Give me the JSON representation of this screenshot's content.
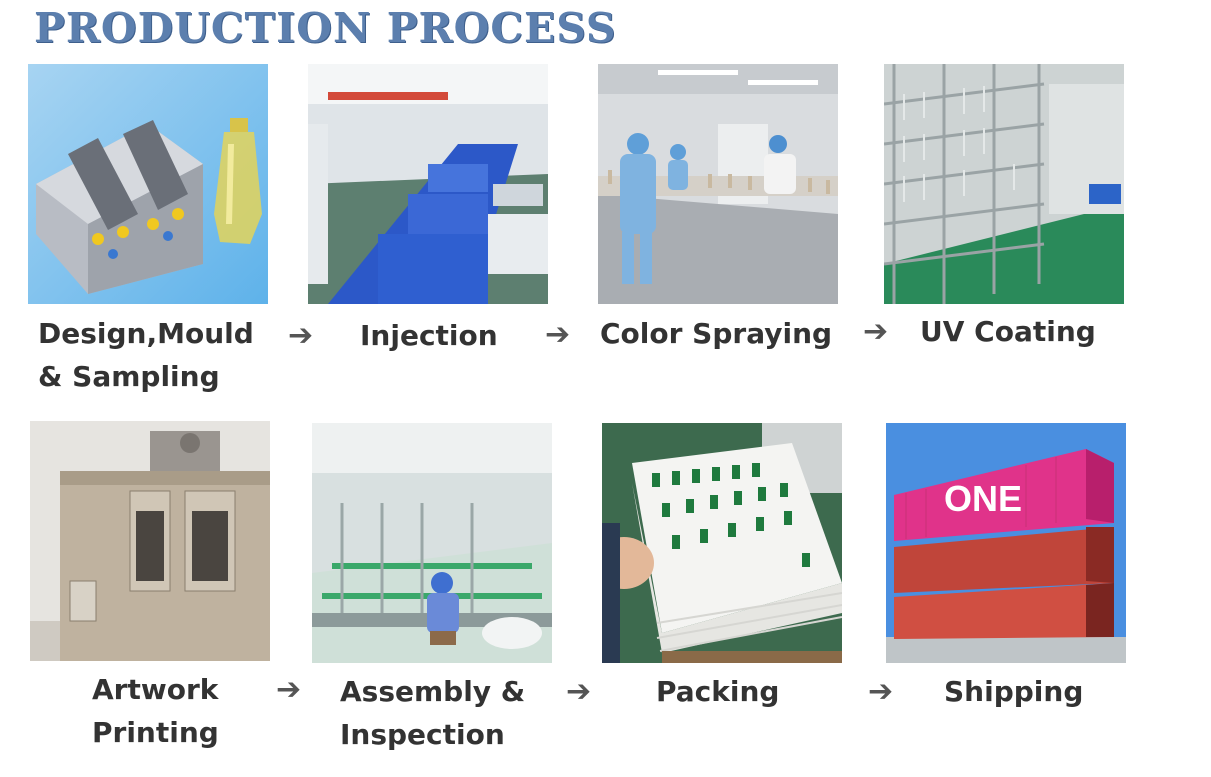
{
  "title": "PRODUCTION PROCESS",
  "steps": [
    {
      "line1": "Design,Mould",
      "line2": "& Sampling",
      "icon": "mould-bottle-image"
    },
    {
      "line1": "Injection",
      "line2": "",
      "icon": "injection-machines-image"
    },
    {
      "line1": "Color Spraying",
      "line2": "",
      "icon": "spraying-line-image"
    },
    {
      "line1": "UV Coating",
      "line2": "",
      "icon": "uv-racks-image"
    },
    {
      "line1": "Artwork",
      "line2": "Printing",
      "icon": "printing-machine-image"
    },
    {
      "line1": "Assembly &",
      "line2": "Inspection",
      "icon": "assembly-line-image"
    },
    {
      "line1": "Packing",
      "line2": "",
      "icon": "packing-trays-image"
    },
    {
      "line1": "Shipping",
      "line2": "",
      "icon": "shipping-containers-image"
    }
  ],
  "arrow_glyph": "➔",
  "container_brand": "ONE",
  "colors": {
    "title": "#5c7fae",
    "label": "#333333",
    "arrow": "#555555",
    "container_pink": "#e0338a",
    "container_red": "#c0453a",
    "sky": "#4a8fe0",
    "machine_blue": "#2c58c8"
  }
}
